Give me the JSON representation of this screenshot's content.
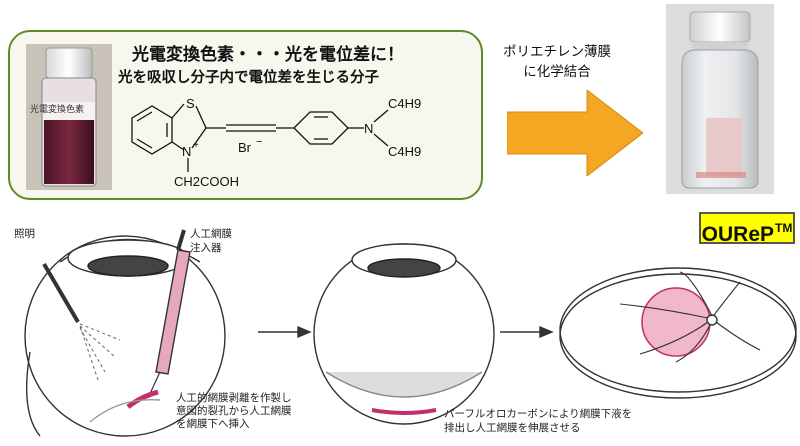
{
  "dye": {
    "vial_label": "光電変換色素",
    "headline": "光電変換色素・・・光を電位差に！",
    "subline": "光を吸収し分子内で電位差を生じる分子",
    "structure": {
      "S": "S",
      "N_plus": "N",
      "plus": "+",
      "br": "Br",
      "minus": "−",
      "carboxy": "CH2COOH",
      "N_amine": "N",
      "butyl_top": "C4H9",
      "butyl_bottom": "C4H9"
    }
  },
  "bonding_label_line1": "ポリエチレン薄膜",
  "bonding_label_line2": "に化学結合",
  "badge": {
    "text": "OUReP",
    "sup": "TM"
  },
  "surgery": {
    "light_label": "照明",
    "injector_label_line1": "人工網膜",
    "injector_label_line2": "注入器",
    "step1_line1": "人工的網膜剥離を作製し",
    "step1_line2": "意図的裂孔から人工網膜",
    "step1_line3": "を網膜下へ挿入",
    "step2_line1": "パーフルオロカーボンにより網膜下液を",
    "step2_line2": "排出し人工網膜を伸展させる"
  },
  "colors": {
    "box_border": "#5e8a2f",
    "arrow": "#f5a623",
    "badge_bg": "#ffff00",
    "film": "#c0306a"
  }
}
